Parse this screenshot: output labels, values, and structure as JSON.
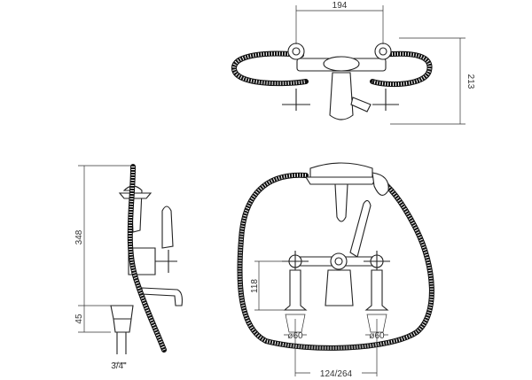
{
  "drawing": {
    "top_view": {
      "width_label": "194",
      "height_label": "213"
    },
    "side_view": {
      "height_label": "348",
      "base_label": "45",
      "thread_label": "3/4\""
    },
    "front_view": {
      "pillar_height_label": "118",
      "left_diameter_label": "ø60",
      "right_diameter_label": "ø60",
      "centers_label": "124/264"
    }
  }
}
